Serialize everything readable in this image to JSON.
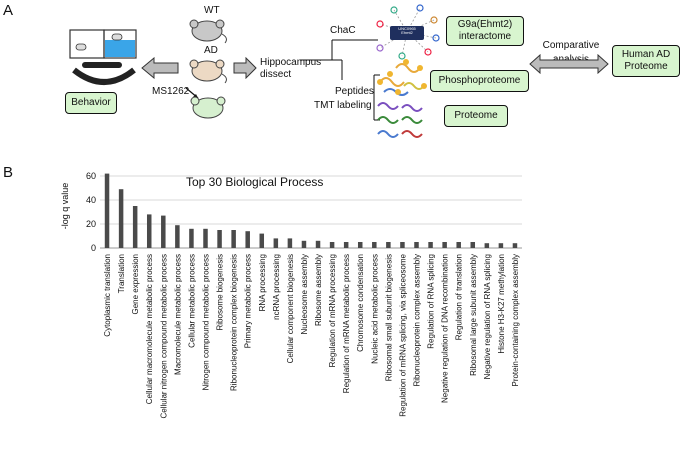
{
  "panelA": {
    "letter": "A",
    "mouse_wt": "WT",
    "mouse_ad": "AD",
    "drug": "MS1262",
    "behavior": "Behavior",
    "dissect": "Hippocampus\ndissect",
    "chac": "ChaC",
    "probe": "UNC0965\nEhmt2",
    "interactome": "G9a(Ehmt2)\ninteractome",
    "peptides": "Peptides",
    "tmt": "TMT labeling",
    "phospho": "Phosphoproteome",
    "proteome": "Proteome",
    "comparative": "Comparative\nanalysis",
    "human": "Human AD\nProteome"
  },
  "panelB": {
    "letter": "B"
  },
  "chart_data": {
    "type": "bar",
    "title": "Top 30 Biological Process",
    "ylabel": "-log q value",
    "ylim": [
      0,
      65
    ],
    "yticks": [
      0,
      20,
      40,
      60
    ],
    "grid": true,
    "categories": [
      "Cytoplasmic translation",
      "Translation",
      "Gene expression",
      "Cellular macromolecule metabolic process",
      "Cellular nitrogen compound metabolic process",
      "Macromolecule metabolic process",
      "Cellular metabolic process",
      "Nitrogen compound metabolic process",
      "Ribosome biogenesis",
      "Ribonucleoprotein complex biogenesis",
      "Primary metabolic process",
      "RNA processing",
      "ncRNA processing",
      "Cellular component biogenesis",
      "Nucleosome assembly",
      "Ribosome assembly",
      "Regulation of mRNA processing",
      "Regulation of mRNA metabolic process",
      "Chromosome condensation",
      "Nucleic acid metabolic process",
      "Ribosomal small subunit biogenesis",
      "Regulation of mRNA splicing, via spliceosome",
      "Ribonucleoprotein complex assembly",
      "Regulation of RNA splicing",
      "Negative regulation of DNA recombination",
      "Regulation of translation",
      "Ribosomal large subunit assembly",
      "Negative regulation of RNA splicing",
      "Histone H3-K27 methylation",
      "Protein-containing complex assembly"
    ],
    "values": [
      62,
      49,
      35,
      28,
      27,
      19,
      16,
      16,
      15,
      15,
      14,
      12,
      8,
      8,
      6,
      6,
      5,
      5,
      5,
      5,
      5,
      5,
      5,
      5,
      5,
      5,
      5,
      4,
      4,
      4
    ],
    "bar_color": "#4a4a4a"
  }
}
